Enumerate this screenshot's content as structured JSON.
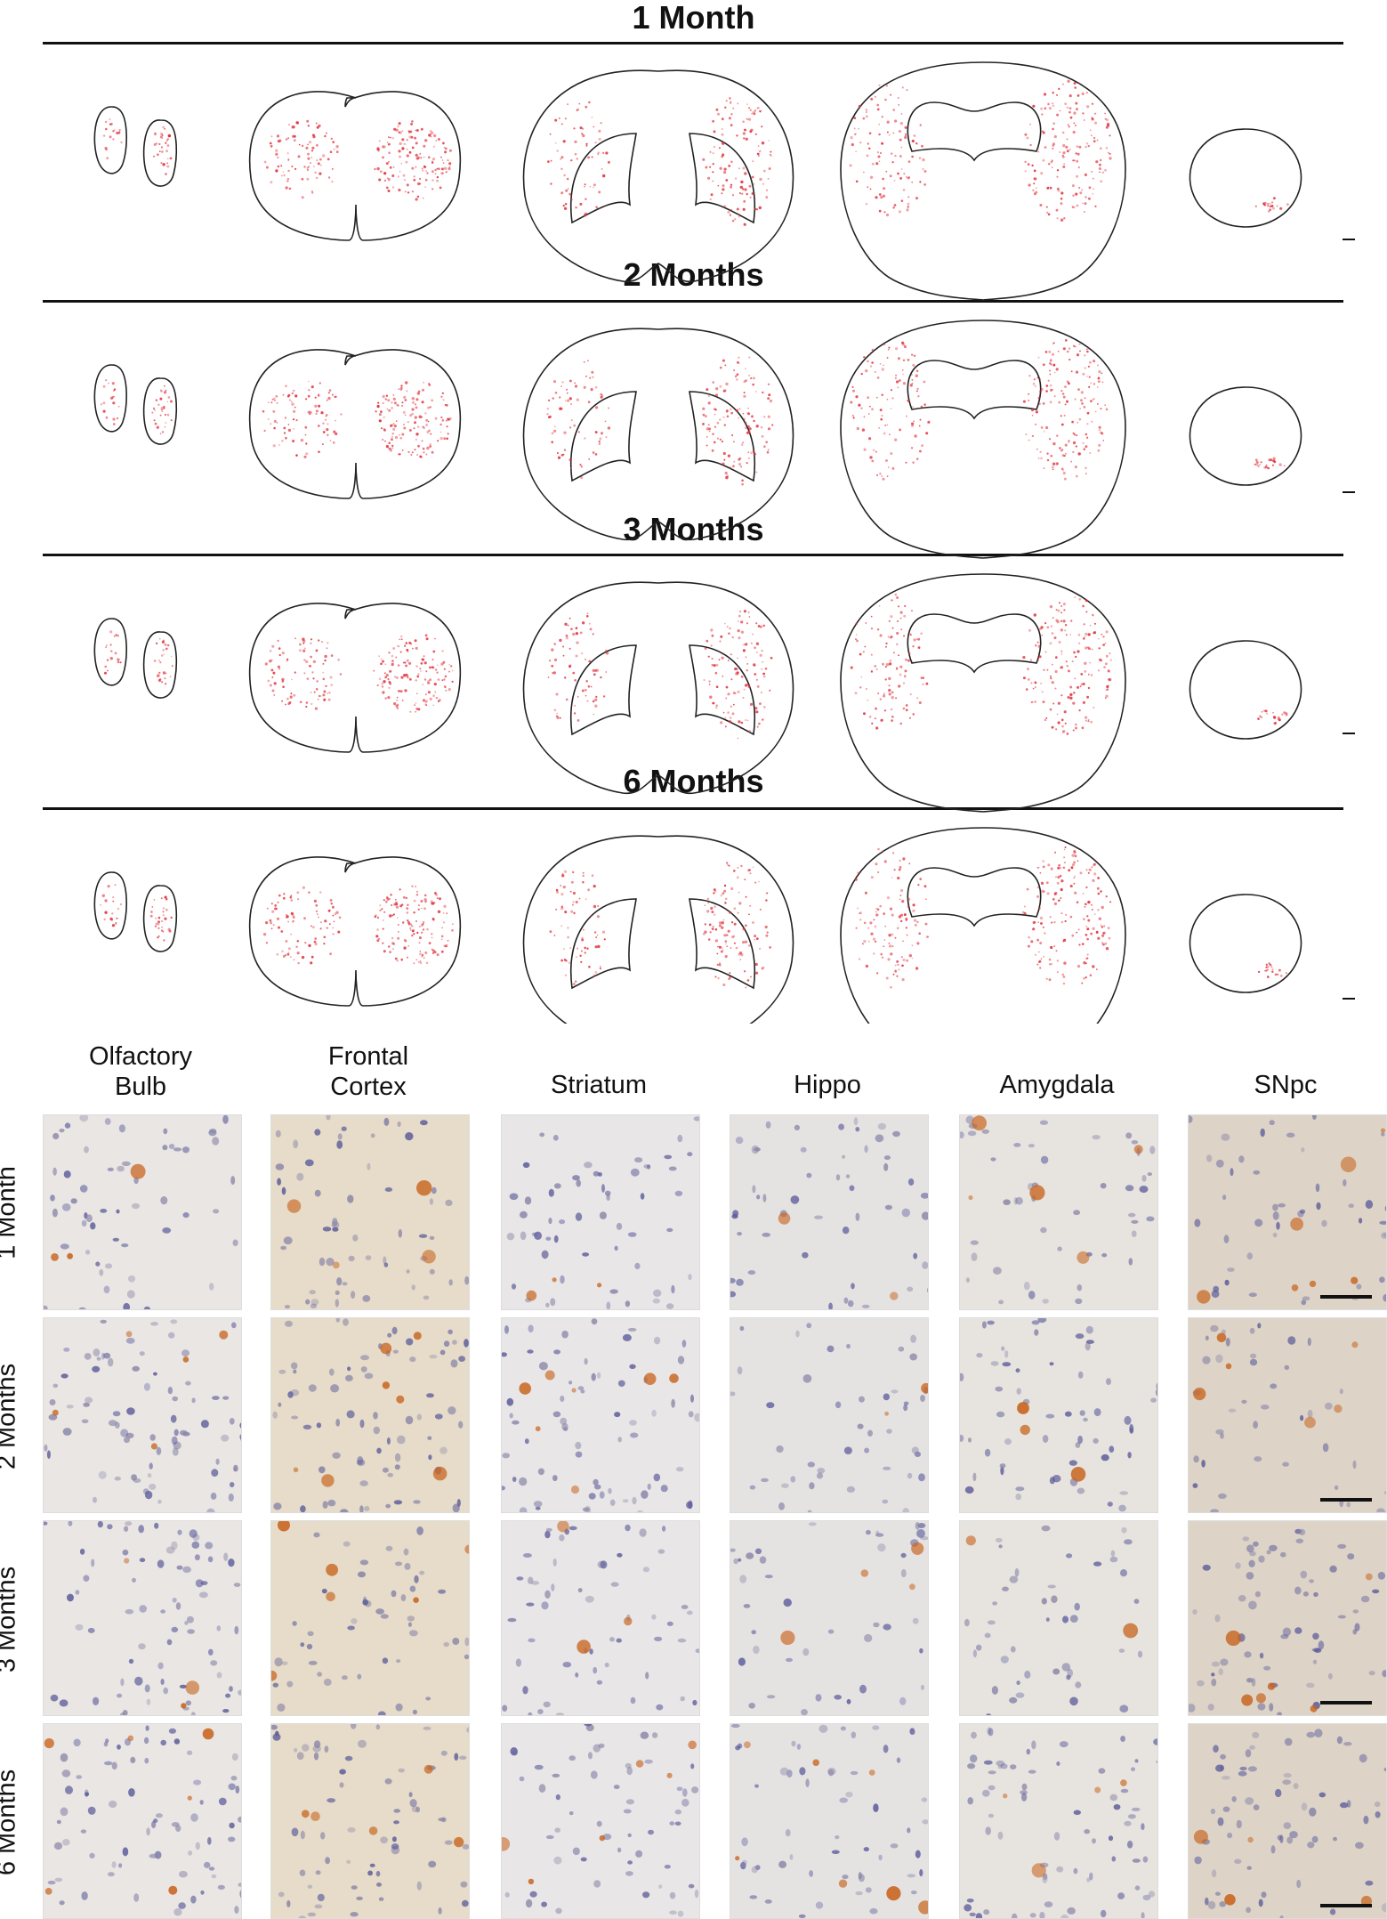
{
  "sections": [
    {
      "title": "1 Month"
    },
    {
      "title": "2 Months"
    },
    {
      "title": "3 Months"
    },
    {
      "title": "6 Months"
    }
  ],
  "micrograph_columns": [
    {
      "label": "Olfactory\nBulb",
      "line1": "Olfactory",
      "line2": "Bulb"
    },
    {
      "label": "Frontal\nCortex",
      "line1": "Frontal",
      "line2": "Cortex"
    },
    {
      "label": "Striatum",
      "line1": "Striatum",
      "line2": ""
    },
    {
      "label": "Hippo",
      "line1": "Hippo",
      "line2": ""
    },
    {
      "label": "Amygdala",
      "line1": "Amygdala",
      "line2": ""
    },
    {
      "label": "SNpc",
      "line1": "SNpc",
      "line2": ""
    }
  ],
  "micrograph_rows": [
    {
      "label": "1 Month"
    },
    {
      "label": "2 Months"
    },
    {
      "label": "3 Months"
    },
    {
      "label": "6 Months"
    }
  ],
  "colors": {
    "outline": "#222222",
    "plaque_dot": "#e0303a",
    "tissue_bg": "#ebe7e2",
    "nucleus": "#5a5a9a",
    "dab_stain": "#c8641e"
  }
}
